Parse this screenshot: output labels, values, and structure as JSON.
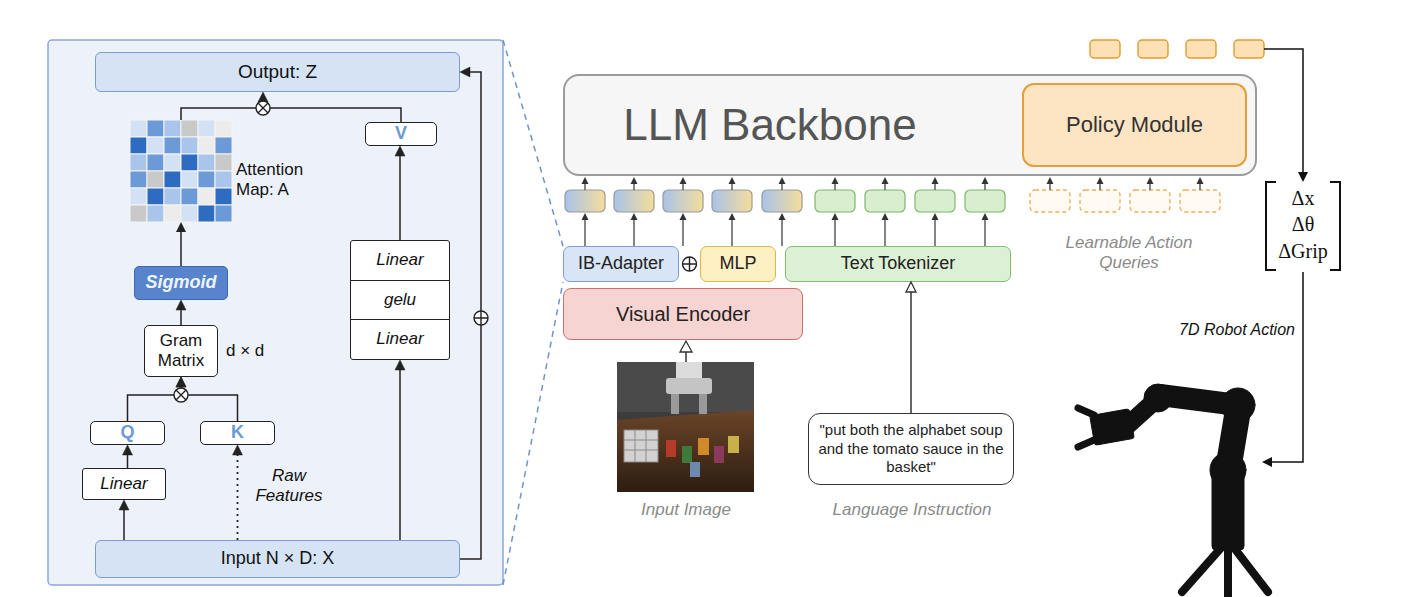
{
  "diagram": {
    "nodes": [
      {
        "text": [
          "Output: Z"
        ]
      },
      {
        "text": [
          "V"
        ]
      },
      {
        "text": [
          "Linear",
          "gelu",
          "Linear"
        ]
      },
      {
        "text": [
          "Sigmoid"
        ]
      },
      {
        "text": [
          "Gram Matrix"
        ]
      },
      {
        "text": [
          "Q"
        ]
      },
      {
        "text": [
          "K"
        ]
      },
      {
        "text": [
          "Linear"
        ]
      },
      {
        "text": [
          "Input N × D: X"
        ]
      },
      {
        "text": [
          "LLM Backbone"
        ]
      },
      {
        "text": [
          "Policy Module"
        ],
        "in": 9
      },
      {
        "text": [
          "IB-Adapter"
        ]
      },
      {
        "text": [
          "MLP"
        ]
      },
      {
        "text": [
          "Text Tokenizer"
        ]
      },
      {
        "text": [
          "Visual Encoder"
        ]
      },
      {
        "text": [
          "\"put both the alphabet soup and the tomato sauce in the basket\""
        ]
      }
    ],
    "edges": [
      {
        "from": 1,
        "to": 0,
        "arrow": "to"
      },
      {
        "from": 2,
        "to": 1,
        "arrow": "to"
      },
      {
        "from": 8,
        "to": 2,
        "arrow": "to"
      },
      {
        "from": 8,
        "to": 0,
        "arrow": "to"
      },
      {
        "from": 4,
        "to": 3,
        "arrow": "to"
      },
      {
        "from": 5,
        "to": 4,
        "arrow": "to"
      },
      {
        "from": 6,
        "to": 4,
        "arrow": "to"
      },
      {
        "from": 7,
        "to": 5,
        "arrow": "to"
      },
      {
        "from": 8,
        "to": 7,
        "arrow": "to"
      },
      {
        "from": 8,
        "to": 6,
        "arrow": "to"
      },
      {
        "from": 15,
        "to": 13,
        "arrow": "to"
      }
    ],
    "labels": [
      "Attention Map: A",
      "d × d",
      "Raw Features",
      "Learnable Action Queries",
      "Input Image",
      "Language Instruction",
      "Δx",
      "Δθ",
      "ΔGrip",
      "7D Robot Action"
    ]
  }
}
